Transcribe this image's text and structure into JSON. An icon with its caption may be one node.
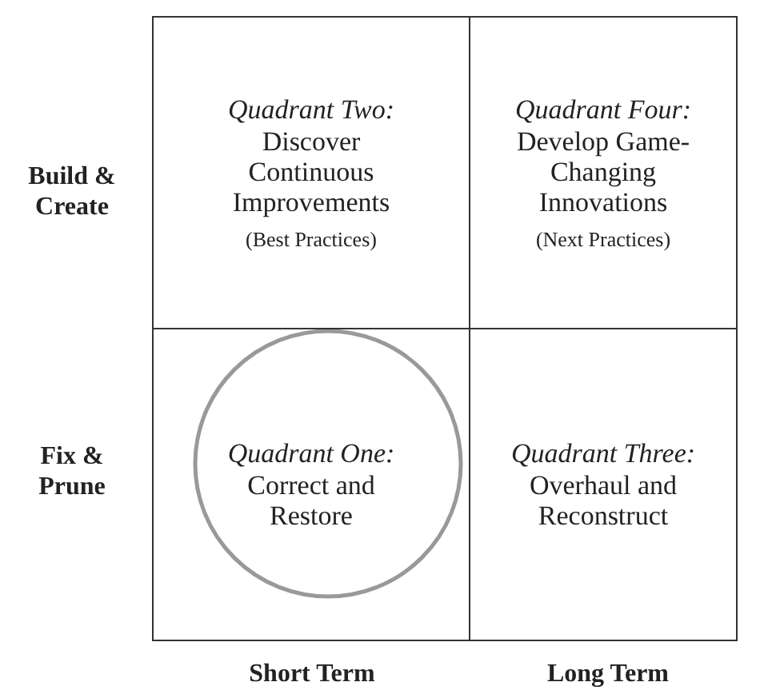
{
  "diagram": {
    "nodes": [
      {
        "text": [
          "Quadrant Two:",
          "Discover Continuous Improvements",
          "(Best Practices)"
        ]
      },
      {
        "text": [
          "Quadrant Four:",
          "Develop Game-Changing Innovations",
          "(Next Practices)"
        ]
      },
      {
        "text": [
          "Quadrant One:",
          "Correct and Restore"
        ]
      },
      {
        "text": [
          "Quadrant Three:",
          "Overhaul and Reconstruct"
        ]
      }
    ],
    "edges": [],
    "labels": [
      "Build & Create",
      "Fix & Prune",
      "Short Term",
      "Long Term"
    ]
  }
}
